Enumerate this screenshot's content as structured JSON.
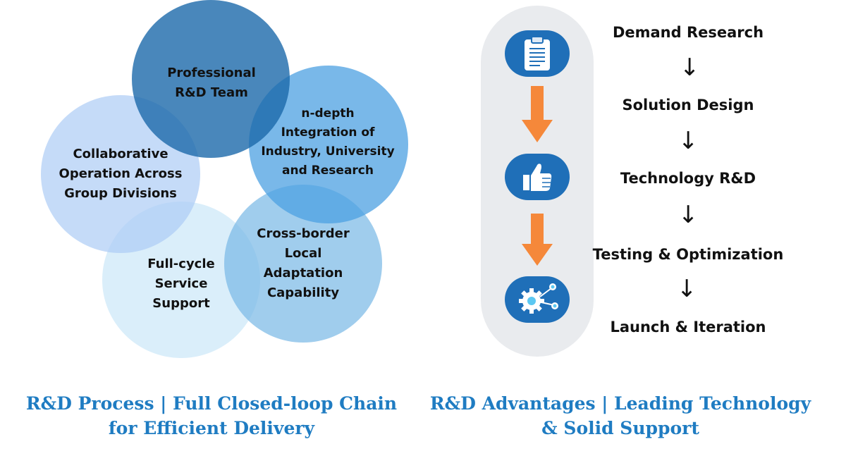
{
  "left_diagram": {
    "circles": [
      {
        "label": "Professional\nR&D Team"
      },
      {
        "label": "n-depth\nIntegration of\nIndustry, University\nand Research"
      },
      {
        "label": "Collaborative\nOperation Across\nGroup Divisions"
      },
      {
        "label": "Full-cycle\nService\nSupport"
      },
      {
        "label": "Cross-border\nLocal\nAdaptation\nCapability"
      }
    ],
    "caption": "R&D Process | Full Closed-loop Chain for Efficient Delivery"
  },
  "right_diagram": {
    "icons": [
      "clipboard-icon",
      "thumbs-up-icon",
      "gear-network-icon"
    ],
    "steps": [
      {
        "label": "Demand Research"
      },
      {
        "label": "Solution Design"
      },
      {
        "label": "Technology R&D"
      },
      {
        "label": "Testing & Optimization"
      },
      {
        "label": "Launch & Iteration"
      }
    ],
    "arrow_glyph": "↓",
    "caption": "R&D Advantages | Leading Technology & Solid Support"
  },
  "colors": {
    "accent_blue": "#1f6fb8",
    "caption_blue": "#1f7cc2",
    "arrow_orange": "#f5883a",
    "pill_gray": "#e9ebee"
  }
}
